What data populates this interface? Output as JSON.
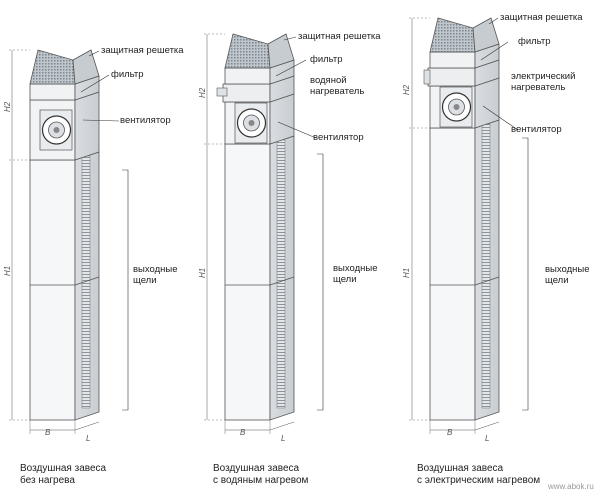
{
  "units": [
    {
      "labels": {
        "grille": "защитная решетка",
        "filter": "фильтр",
        "fan": "вентилятор",
        "slots": "выходные\nщели"
      },
      "caption": "Воздушная завеса\nбез нагрева"
    },
    {
      "labels": {
        "grille": "защитная решетка",
        "filter": "фильтр",
        "heater": "водяной\nнагреватель",
        "fan": "вентилятор",
        "slots": "выходные\nщели"
      },
      "caption": "Воздушная завеса\nс водяным нагревом"
    },
    {
      "labels": {
        "grille": "защитная решетка",
        "filter": "фильтр",
        "heater": "электрический\nнагреватель",
        "fan": "вентилятор",
        "slots": "выходные\nщели"
      },
      "caption": "Воздушная завеса\nс электрическим нагревом"
    }
  ],
  "dimensions": {
    "h1": "H1",
    "h2": "H2",
    "b": "B",
    "l": "L"
  },
  "watermark": "www.abok.ru"
}
